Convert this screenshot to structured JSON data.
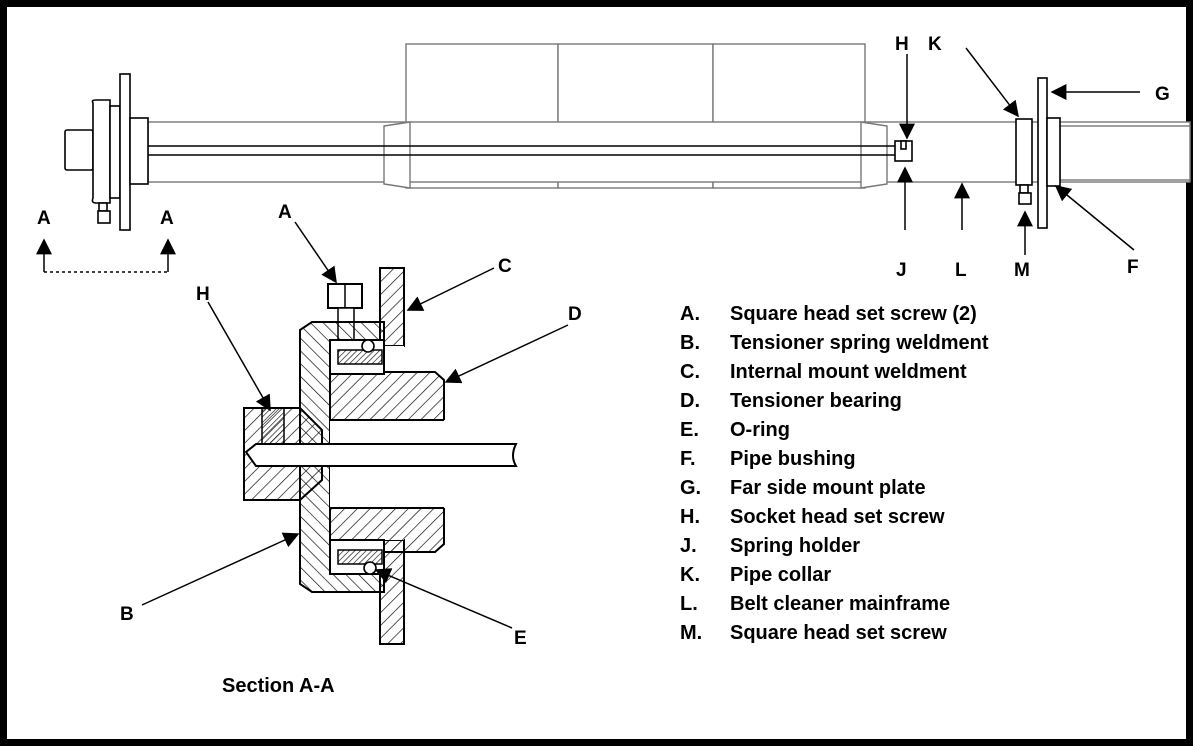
{
  "callouts": {
    "A": "A",
    "B": "B",
    "C": "C",
    "D": "D",
    "E": "E",
    "F": "F",
    "G": "G",
    "H": "H",
    "J": "J",
    "K": "K",
    "L": "L",
    "M": "M"
  },
  "section_caption": "Section A-A",
  "legend": [
    {
      "letter": "A.",
      "text": "Square head set screw (2)"
    },
    {
      "letter": "B.",
      "text": "Tensioner spring weldment"
    },
    {
      "letter": "C.",
      "text": "Internal mount weldment"
    },
    {
      "letter": "D.",
      "text": "Tensioner bearing"
    },
    {
      "letter": "E.",
      "text": "O-ring"
    },
    {
      "letter": "F.",
      "text": "Pipe bushing"
    },
    {
      "letter": "G.",
      "text": "Far side mount plate"
    },
    {
      "letter": "H.",
      "text": "Socket head set screw"
    },
    {
      "letter": "J.",
      "text": "Spring holder"
    },
    {
      "letter": "K.",
      "text": "Pipe collar"
    },
    {
      "letter": "L.",
      "text": "Belt cleaner mainframe"
    },
    {
      "letter": "M.",
      "text": "Square head set screw"
    }
  ]
}
